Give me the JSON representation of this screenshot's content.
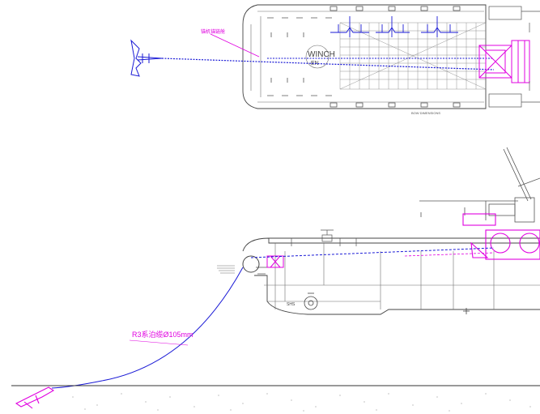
{
  "colors": {
    "background": "#ffffff",
    "hull_lines": "#444444",
    "detail_lines": "#6e6e6e",
    "anchor_chain": "#1a1ad6",
    "winch_equipment": "#e000e0",
    "annotation": "#e000e0"
  },
  "plan_view": {
    "deck_label": "WINCH",
    "deck_label_sub": "EN",
    "callout_label": "锚机锚链舱",
    "bottom_tag": "BOW DIMENSIONS"
  },
  "profile_view": {
    "cable_label": "R3系泊缆Ø105mm",
    "small_tag": "SHS"
  },
  "icons": [
    "anchor-plan-icon",
    "anchor-seabed-icon",
    "bow-roller-icon",
    "winch-drum-icon",
    "crane-icon"
  ]
}
